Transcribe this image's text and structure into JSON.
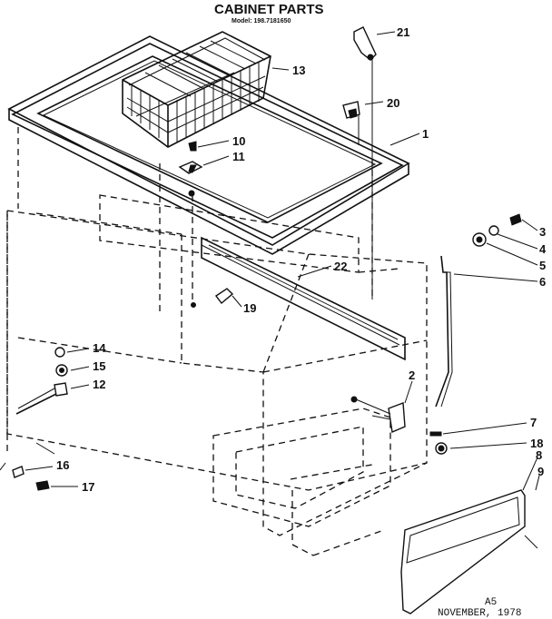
{
  "title": "CABINET PARTS",
  "model": "Model: 198.7181650",
  "callouts": [
    {
      "id": "c1",
      "label": "1"
    },
    {
      "id": "c2",
      "label": "2"
    },
    {
      "id": "c3",
      "label": "3"
    },
    {
      "id": "c4",
      "label": "4"
    },
    {
      "id": "c5",
      "label": "5"
    },
    {
      "id": "c6",
      "label": "6"
    },
    {
      "id": "c7",
      "label": "7"
    },
    {
      "id": "c8",
      "label": "8"
    },
    {
      "id": "c9",
      "label": "9"
    },
    {
      "id": "c10",
      "label": "10"
    },
    {
      "id": "c11",
      "label": "11"
    },
    {
      "id": "c12",
      "label": "12"
    },
    {
      "id": "c13",
      "label": "13"
    },
    {
      "id": "c14",
      "label": "14"
    },
    {
      "id": "c15",
      "label": "15"
    },
    {
      "id": "c16",
      "label": "16"
    },
    {
      "id": "c17",
      "label": "17"
    },
    {
      "id": "c18",
      "label": "18"
    },
    {
      "id": "c19",
      "label": "19"
    },
    {
      "id": "c20",
      "label": "20"
    },
    {
      "id": "c21",
      "label": "21"
    },
    {
      "id": "c22",
      "label": "22"
    }
  ],
  "footer": {
    "code": "A5",
    "date": "NOVEMBER, 1978"
  }
}
